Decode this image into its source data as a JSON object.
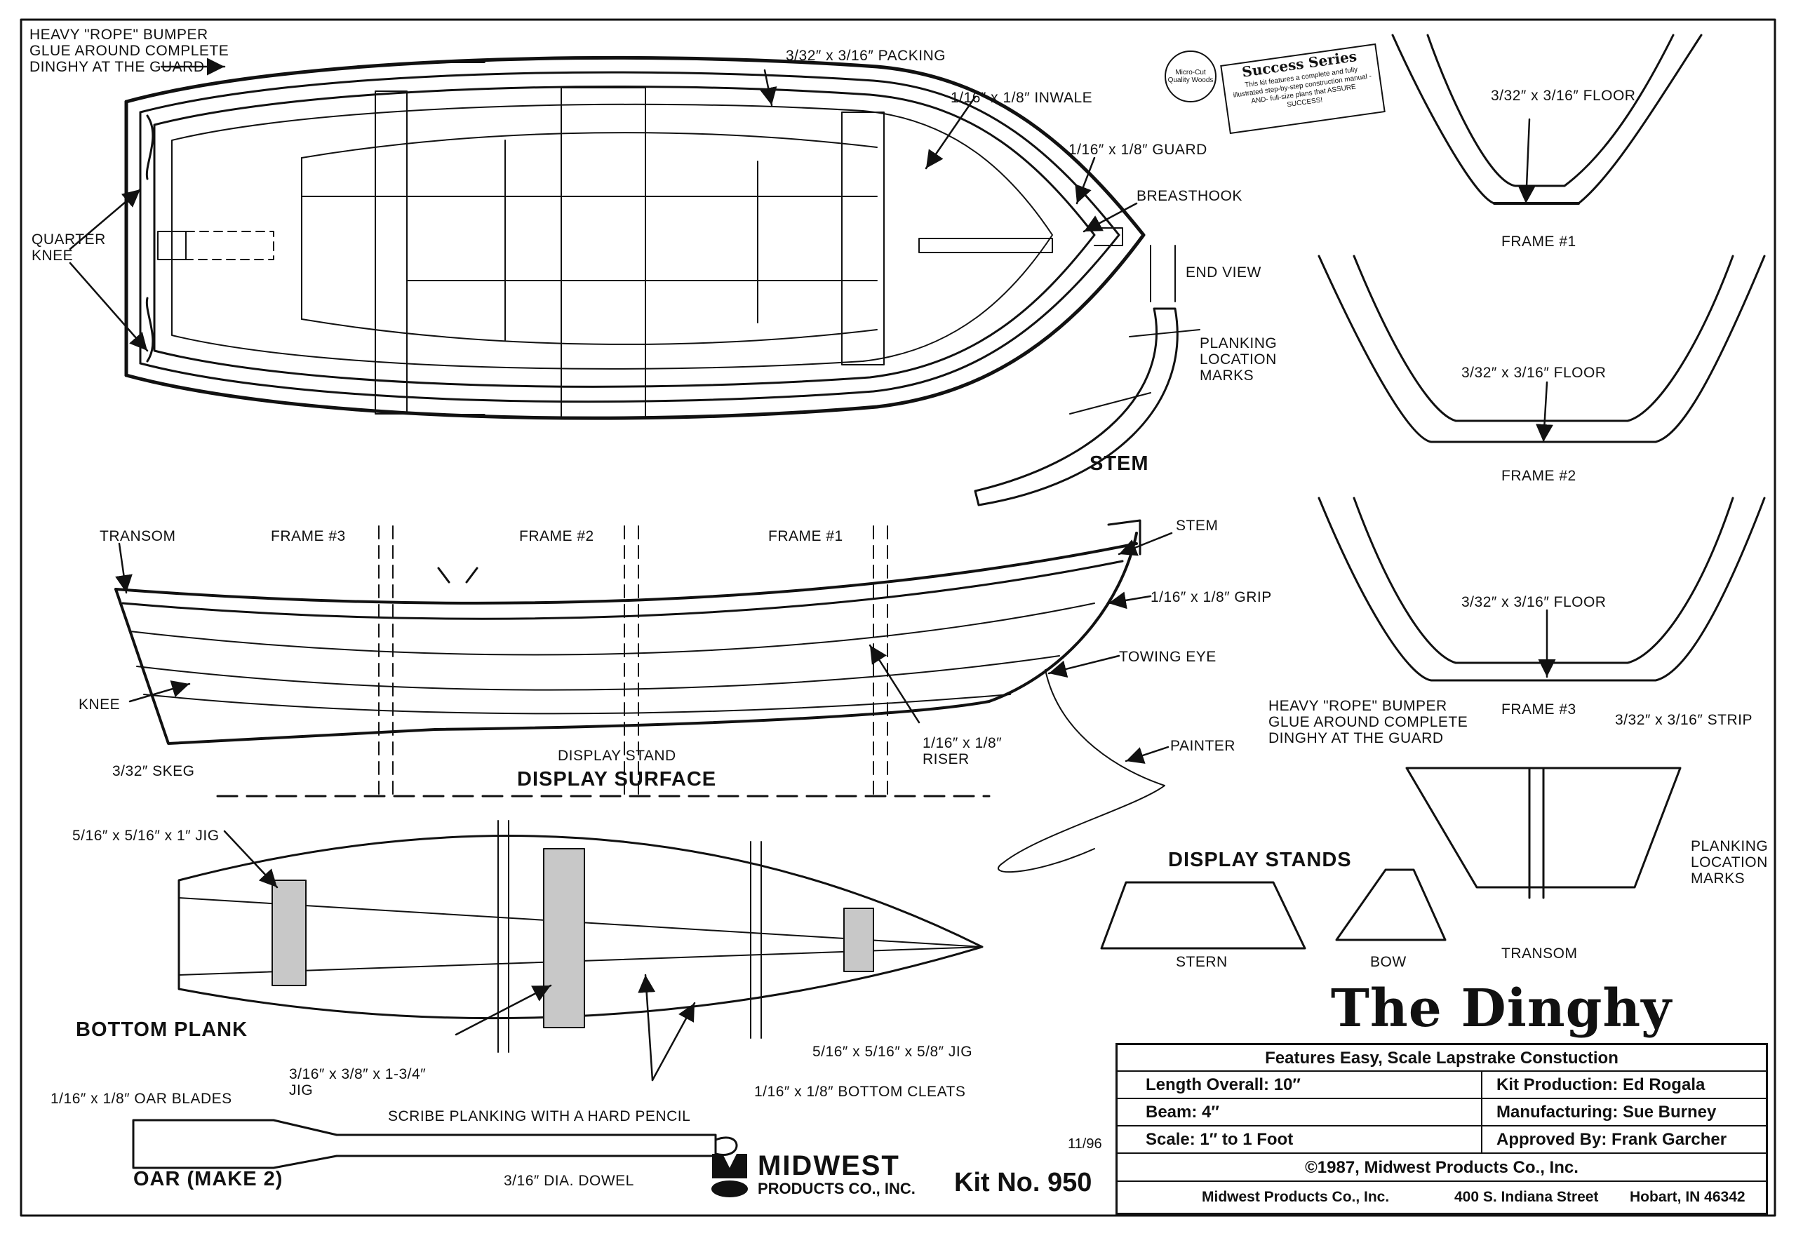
{
  "title": "The Dinghy",
  "kit_number": "Kit No. 950",
  "revision": "11/96",
  "logo": {
    "name": "MIDWEST",
    "sub": "PRODUCTS CO., INC."
  },
  "badge": {
    "brand": "Micro-Cut Quality Woods",
    "series": "Success Series",
    "text": "This kit features a complete and fully illustrated step-by-step construction manual -AND- full-size plans that ASSURE SUCCESS!"
  },
  "info_table": {
    "features": "Features Easy, Scale Lapstrake Constuction",
    "length": "Length Overall: 10″",
    "beam": "Beam: 4″",
    "scale": "Scale: 1″ to 1 Foot",
    "kit_production": "Kit Production: Ed Rogala",
    "manufacturing": "Manufacturing: Sue Burney",
    "approved": "Approved By: Frank Garcher",
    "copyright": "©1987, Midwest Products Co., Inc.",
    "address_company": "Midwest Products Co., Inc.",
    "address_street": "400 S. Indiana Street",
    "address_city": "Hobart, IN 46342"
  },
  "labels": {
    "rope_bumper": "HEAVY \"ROPE\" BUMPER\nGLUE AROUND COMPLETE\nDINGHY AT THE GUARD",
    "packing": "3/32″ x 3/16″ PACKING",
    "inwale": "1/16″ x 1/8″ INWALE",
    "guard": "1/16″ x 1/8″ GUARD",
    "breasthook": "BREASTHOOK",
    "quarter_knee": "QUARTER\nKNEE",
    "end_view": "END VIEW",
    "planking_marks": "PLANKING\nLOCATION\nMARKS",
    "stem_title": "STEM",
    "transom": "TRANSOM",
    "frame3": "FRAME #3",
    "frame2": "FRAME #2",
    "frame1": "FRAME #1",
    "stem": "STEM",
    "grip": "1/16″ x 1/8″ GRIP",
    "towing_eye": "TOWING EYE",
    "knee": "KNEE",
    "riser": "1/16″ x 1/8″\nRISER",
    "skeg": "3/32″ SKEG",
    "display_stand": "DISPLAY STAND",
    "display_surface": "DISPLAY SURFACE",
    "painter": "PAINTER",
    "jig_big": "5/16″ x 5/16″ x 1″ JIG",
    "bottom_plank": "BOTTOM PLANK",
    "jig_mid": "3/16″ x 3/8″ x 1-3/4″\nJIG",
    "jig_small": "5/16″ x 5/16″ x 5/8″ JIG",
    "bottom_cleats": "1/16″ x 1/8″ BOTTOM CLEATS",
    "scribe": "SCRIBE PLANKING WITH A HARD PENCIL",
    "oar_blades": "1/16″ x 1/8″ OAR BLADES",
    "oar": "OAR (MAKE 2)",
    "dowel": "3/16″ DIA. DOWEL",
    "display_stands": "DISPLAY STANDS",
    "stern": "STERN",
    "bow": "BOW",
    "floor1": "3/32″ x 3/16″ FLOOR",
    "frame1_caption": "FRAME #1",
    "floor2": "3/32″ x 3/16″ FLOOR",
    "frame2_caption": "FRAME #2",
    "floor3": "3/32″ x 3/16″ FLOOR",
    "frame3_caption": "FRAME #3",
    "rope_bumper2": "HEAVY \"ROPE\" BUMPER\nGLUE AROUND COMPLETE\nDINGHY AT THE GUARD",
    "strip": "3/32″ x 3/16″ STRIP",
    "planking_marks2": "PLANKING\nLOCATION\nMARKS",
    "transom_caption": "TRANSOM"
  }
}
